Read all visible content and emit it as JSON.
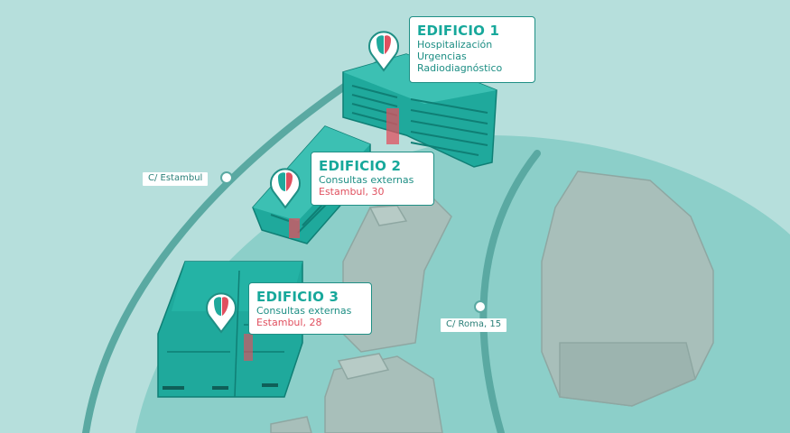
{
  "colors": {
    "background": "#b6dfdc",
    "zone": "#8ccfc9",
    "road": "#5aa9a2",
    "hospital_building": "#1fa99c",
    "hospital_building_dark": "#0f7f75",
    "other_building": "#a8bfba",
    "other_building_edge": "#8ea7a2",
    "accent_red": "#e0505f",
    "card_border": "#1f8f85"
  },
  "buildings": [
    {
      "title": "EDIFICIO 1",
      "lines": [
        "Hospitalización",
        "Urgencias",
        "Radiodiagnóstico"
      ],
      "address": "",
      "icon": "hospital-pin-icon"
    },
    {
      "title": "EDIFICIO 2",
      "lines": [
        "Consultas externas"
      ],
      "address": "Estambul, 30",
      "icon": "hospital-pin-icon"
    },
    {
      "title": "EDIFICIO 3",
      "lines": [
        "Consultas externas"
      ],
      "address": "Estambul, 28",
      "icon": "hospital-pin-icon"
    }
  ],
  "streets": [
    {
      "label": "C/ Estambul"
    },
    {
      "label": "C/ Roma, 15"
    }
  ]
}
